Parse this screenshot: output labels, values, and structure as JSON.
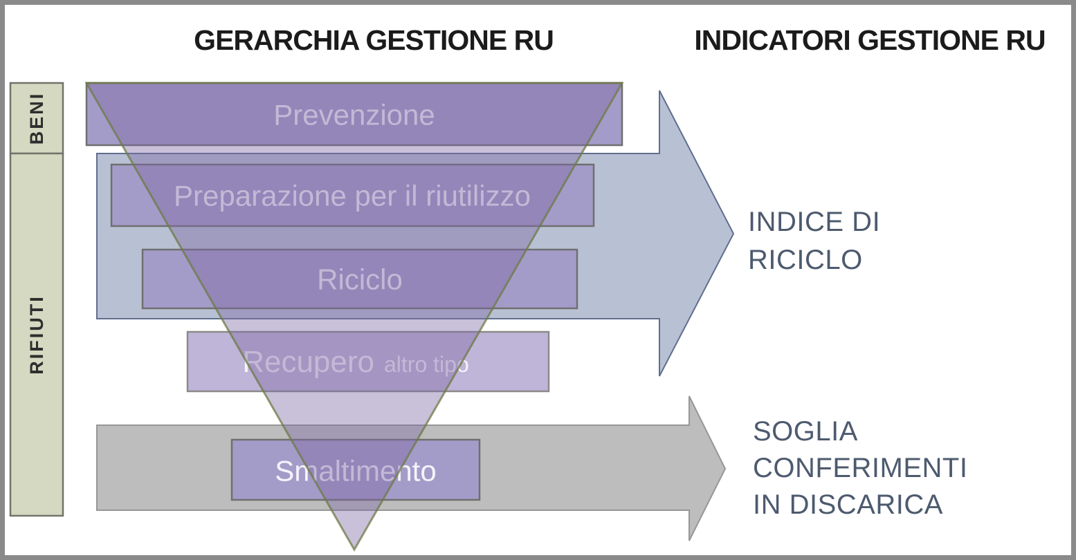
{
  "titles": {
    "left": "GERARCHIA GESTIONE RU",
    "right": "INDICATORI GESTIONE RU"
  },
  "side_labels": {
    "beni": "BENI",
    "rifiuti": "RIFIUTI"
  },
  "funnel": {
    "levels": [
      {
        "label": "Prevenzione"
      },
      {
        "label": "Preparazione per il riutilizzo"
      },
      {
        "label": "Riciclo"
      },
      {
        "label": "Recupero",
        "suffix": "altro tipo"
      },
      {
        "label": "Smaltimento"
      }
    ]
  },
  "indicators": [
    {
      "lines": [
        "INDICE DI",
        "RICICLO"
      ]
    },
    {
      "lines": [
        "SOGLIA",
        "CONFERIMENTI",
        "IN DISCARICA"
      ]
    }
  ],
  "colors": {
    "frame_border": "#8a8a8a",
    "background": "#ffffff",
    "header_text": "#1b1b1b",
    "side_box_fill": "#d5d9c1",
    "side_text": "#2e2e2e",
    "bar_purple": "#a49cc8",
    "bar_purple_light": "#bfb5d8",
    "bar_text": "#f5f3fa",
    "funnel_fill": "#7e6aa4",
    "funnel_edge": "#6e7b46",
    "arrow_blue_fill": "#b8c1d3",
    "arrow_gray_fill": "#bdbdbd",
    "indicator_text": "#4d5a6e"
  }
}
